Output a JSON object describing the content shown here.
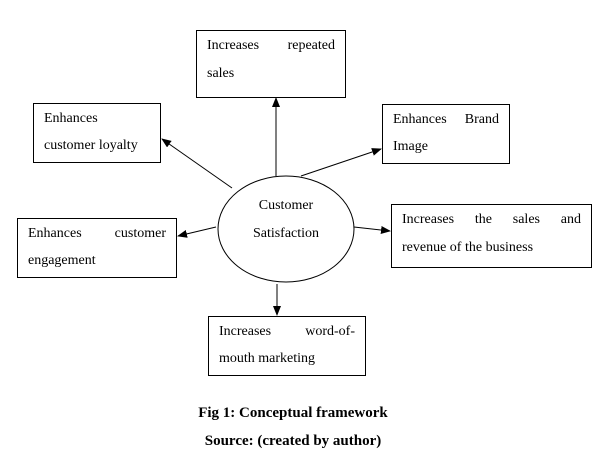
{
  "diagram": {
    "center": {
      "lines": [
        "Customer",
        "Satisfaction"
      ]
    },
    "nodes": {
      "repeated_sales": {
        "lines": [
          "Increases    repeated",
          "sales"
        ]
      },
      "customer_loyalty": {
        "lines": [
          "Enhances",
          "customer loyalty"
        ]
      },
      "brand_image": {
        "lines": [
          "Enhances Brand",
          "Image"
        ]
      },
      "customer_engagement": {
        "lines": [
          "Enhances      customer",
          "engagement"
        ]
      },
      "sales_revenue": {
        "lines": [
          "Increases    the   sales    and",
          "revenue of the business"
        ]
      },
      "word_of_mouth": {
        "lines": [
          "Increases       word-of-",
          "mouth marketing"
        ]
      }
    }
  },
  "caption": {
    "figure": "Fig 1: Conceptual framework",
    "source": "Source: (created by author)"
  }
}
